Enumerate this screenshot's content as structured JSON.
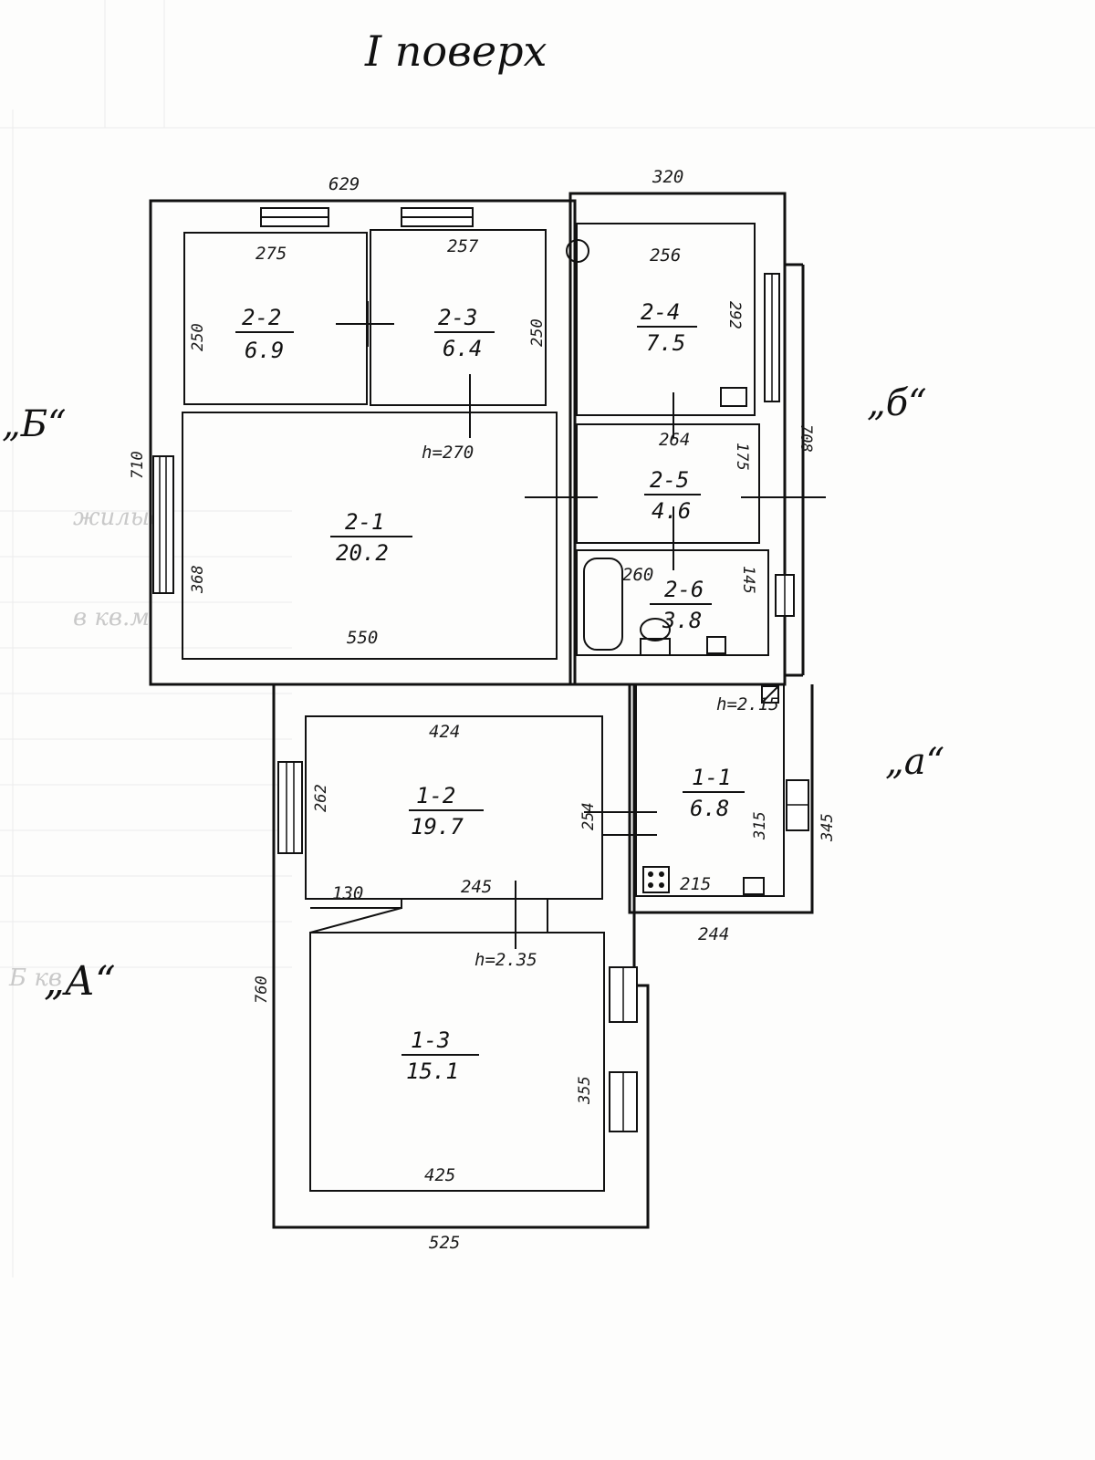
{
  "title": "I поверх",
  "facade_labels": {
    "B_upper": "„Б“",
    "b_lower": "„б“",
    "a_lower": "„а“",
    "A_upper": "„А“"
  },
  "background_faint_text": [
    "жилые",
    "в кв.м",
    "Б кв"
  ],
  "ceiling_heights": {
    "h2": "h=270",
    "h1": "h=2.35",
    "h_vest": "h=2.15"
  },
  "rooms": [
    {
      "code": "2-2",
      "area": "6.9"
    },
    {
      "code": "2-3",
      "area": "6.4"
    },
    {
      "code": "2-4",
      "area": "7.5"
    },
    {
      "code": "2-1",
      "area": "20.2"
    },
    {
      "code": "2-5",
      "area": "4.6"
    },
    {
      "code": "2-6",
      "area": "3.8"
    },
    {
      "code": "1-2",
      "area": "19.7"
    },
    {
      "code": "1-1",
      "area": "6.8"
    },
    {
      "code": "1-3",
      "area": "15.1"
    }
  ],
  "dimensions": {
    "top_outer_left": "629",
    "top_outer_right": "320",
    "r22_width": "275",
    "r22_height": "250",
    "r23_width": "257",
    "r23_height": "250",
    "r24_width": "256",
    "r24_height": "292",
    "left_outer": "710",
    "r21_height": "368",
    "r21_width": "550",
    "r25_width": "264",
    "r25_height": "175",
    "right_outer": "708",
    "r26_width": "260",
    "r26_height": "145",
    "r12_width": "424",
    "r12_height": "262",
    "r12_right": "254",
    "r11_height": "315",
    "r11_outer": "345",
    "r11_bottom": "215",
    "r11_outer_bottom": "244",
    "step_a": "130",
    "step_b": "245",
    "left_lower_outer": "760",
    "r13_height": "355",
    "r13_width": "425",
    "bottom_outer": "525"
  }
}
